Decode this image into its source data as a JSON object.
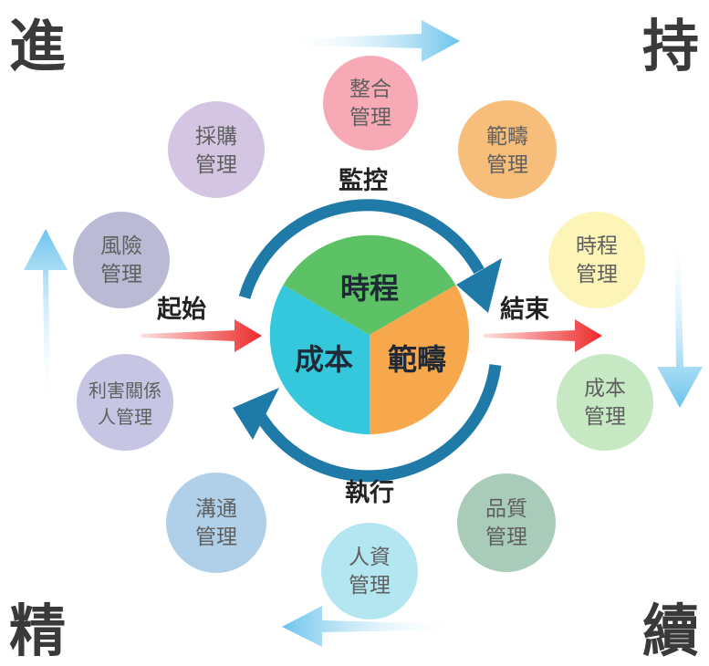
{
  "corners": {
    "top_left": "進",
    "top_right": "持",
    "bottom_left": "精",
    "bottom_right": "續"
  },
  "knowledge_areas": [
    {
      "id": "integration",
      "lines": [
        "整合",
        "管理"
      ],
      "color": "#f7aab5"
    },
    {
      "id": "scope",
      "lines": [
        "範疇",
        "管理"
      ],
      "color": "#f7bd7a"
    },
    {
      "id": "schedule",
      "lines": [
        "時程",
        "管理"
      ],
      "color": "#fdf4b8"
    },
    {
      "id": "cost",
      "lines": [
        "成本",
        "管理"
      ],
      "color": "#c6e8c3"
    },
    {
      "id": "quality",
      "lines": [
        "品質",
        "管理"
      ],
      "color": "#a9cbb9"
    },
    {
      "id": "resource",
      "lines": [
        "人資",
        "管理"
      ],
      "color": "#b4e6f2"
    },
    {
      "id": "communication",
      "lines": [
        "溝通",
        "管理"
      ],
      "color": "#b0d0ea"
    },
    {
      "id": "stakeholder",
      "lines": [
        "利害關係",
        "人管理"
      ],
      "color": "#c6c6e4"
    },
    {
      "id": "risk",
      "lines": [
        "風險",
        "管理"
      ],
      "color": "#babad4"
    },
    {
      "id": "procurement",
      "lines": [
        "採購",
        "管理"
      ],
      "color": "#d4c6e3"
    }
  ],
  "core": {
    "segments": [
      {
        "label": "時程",
        "color": "#5dc166"
      },
      {
        "label": "範疇",
        "color": "#f7a84c"
      },
      {
        "label": "成本",
        "color": "#35c7db"
      }
    ]
  },
  "phases": {
    "start": "起始",
    "end": "結束",
    "monitor": "監控",
    "execute": "執行"
  },
  "colors": {
    "cycle_arrow": "#1f7aa8",
    "phase_arrow": "#ee2b2b",
    "outer_arrow": "#6bc3ec"
  }
}
